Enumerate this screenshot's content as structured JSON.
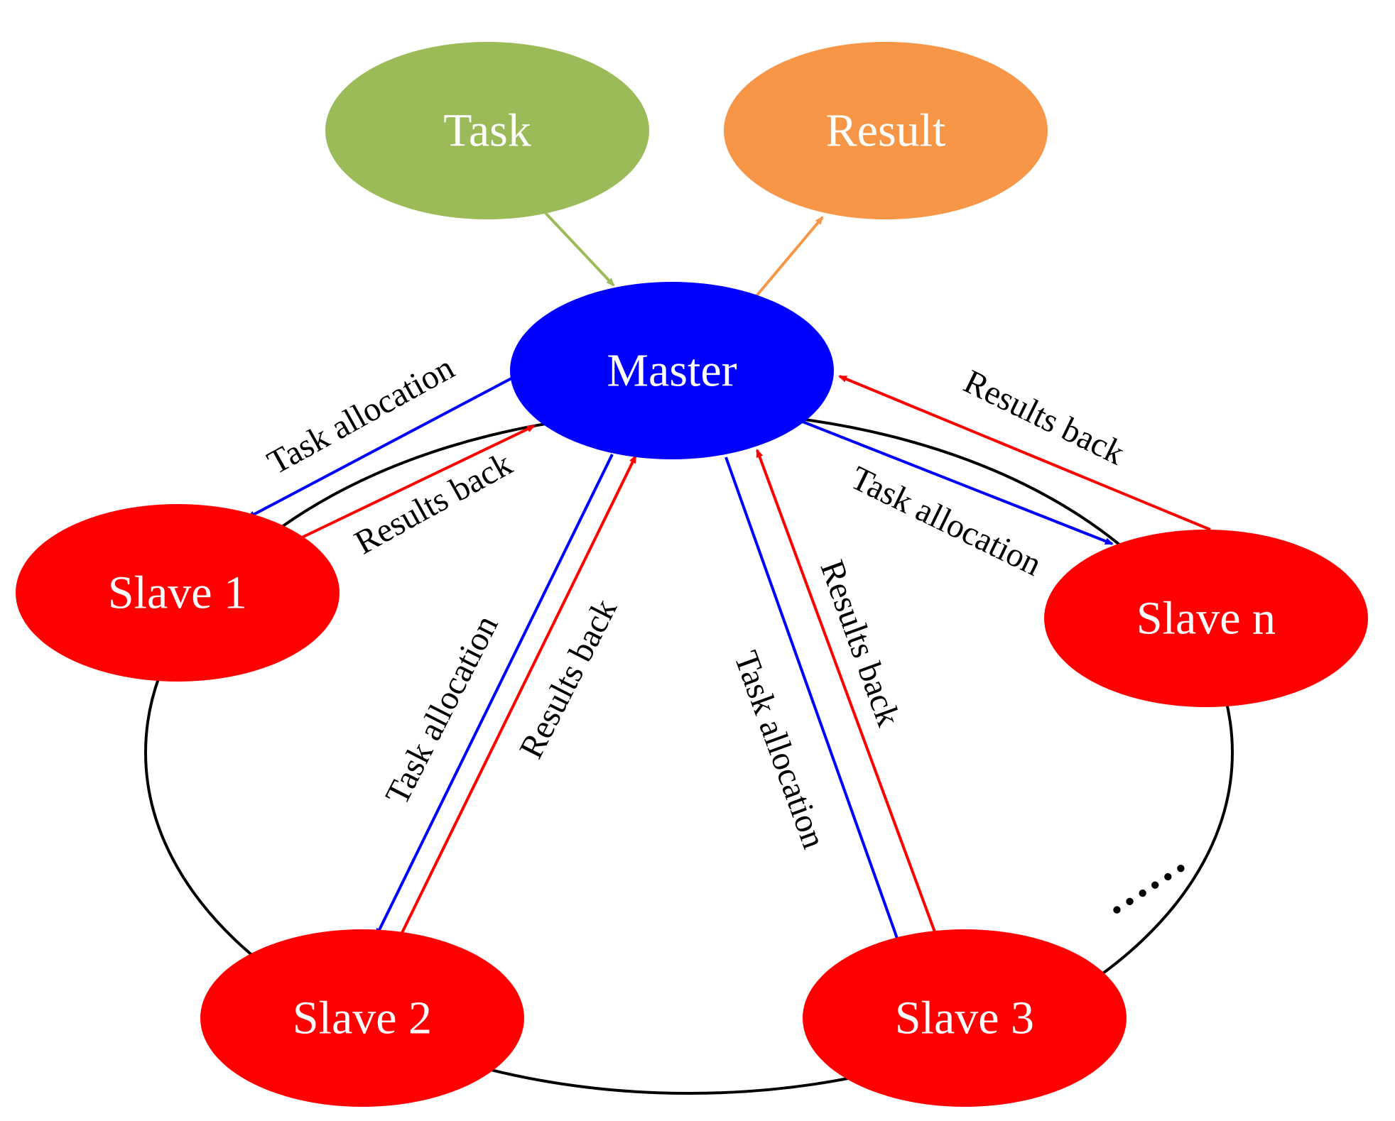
{
  "colors": {
    "task": "#9bbb59",
    "result": "#f79646",
    "master": "#0000ff",
    "slave": "#ff0000",
    "allocation": "#0000ff",
    "results_back": "#ff0000",
    "ring": "#000000"
  },
  "nodes": {
    "task": "Task",
    "result": "Result",
    "master": "Master",
    "slave_1": "Slave 1",
    "slave_2": "Slave 2",
    "slave_3": "Slave 3",
    "slave_n": "Slave n"
  },
  "edges": {
    "slave_1_allocation": "Task allocation",
    "slave_1_results": "Results back",
    "slave_2_allocation": "Task allocation",
    "slave_2_results": "Results back",
    "slave_3_allocation": "Task allocation",
    "slave_3_results": "Results back",
    "slave_n_allocation": "Task allocation",
    "slave_n_results": "Results back"
  },
  "ellipsis": "……"
}
